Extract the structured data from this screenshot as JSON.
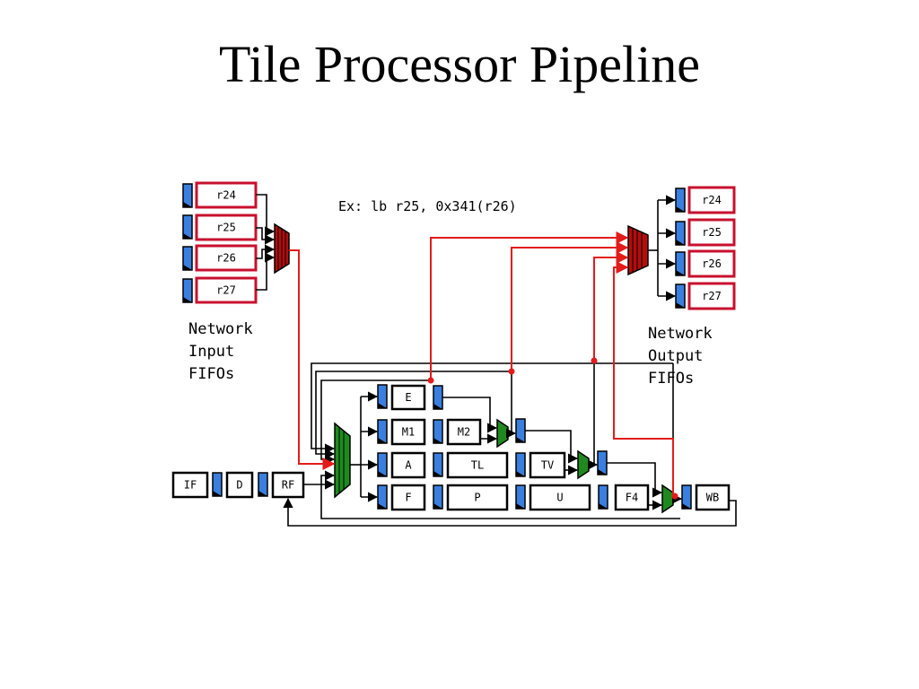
{
  "title": "Tile Processor Pipeline",
  "example": "Ex: lb r25, 0x341(r26)",
  "input_label": [
    "Network",
    "Input",
    "FIFOs"
  ],
  "output_label": [
    "Network",
    "Output",
    "FIFOs"
  ],
  "input_fifos": [
    "r24",
    "r25",
    "r26",
    "r27"
  ],
  "output_fifos": [
    "r24",
    "r25",
    "r26",
    "r27"
  ],
  "stages": {
    "if": "IF",
    "d": "D",
    "rf": "RF",
    "e": "E",
    "m1": "M1",
    "m2": "M2",
    "a": "A",
    "tl": "TL",
    "tv": "TV",
    "f": "F",
    "p": "P",
    "u": "U",
    "f4": "F4",
    "wb": "WB"
  },
  "colors": {
    "register_blue": "#3a7fe0",
    "network_red": "#e31b1b",
    "fifo_border": "#c8102e",
    "mux_red": "#b50d0d",
    "mux_green": "#1e8a1e"
  }
}
